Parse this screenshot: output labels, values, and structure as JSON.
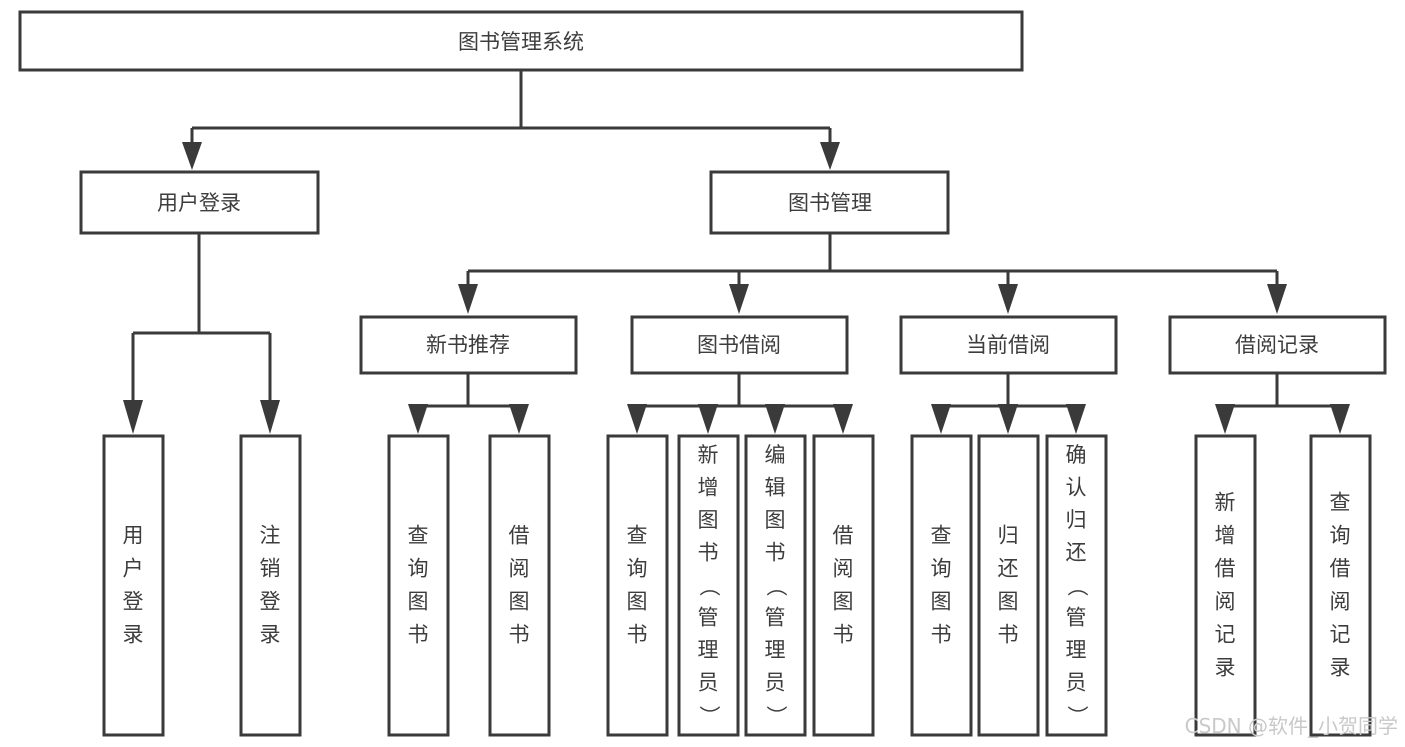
{
  "diagram": {
    "title": "图书管理系统",
    "type": "tree-hierarchy",
    "root": {
      "id": "root",
      "label": "图书管理系统"
    },
    "level2": [
      {
        "id": "user-login",
        "label": "用户登录"
      },
      {
        "id": "book-manage",
        "label": "图书管理"
      }
    ],
    "level3": [
      {
        "id": "new-book-rec",
        "label": "新书推荐",
        "parent": "book-manage"
      },
      {
        "id": "book-borrow",
        "label": "图书借阅",
        "parent": "book-manage"
      },
      {
        "id": "current-borrow",
        "label": "当前借阅",
        "parent": "book-manage"
      },
      {
        "id": "borrow-record",
        "label": "借阅记录",
        "parent": "book-manage"
      }
    ],
    "leaves": {
      "user-login": [
        {
          "id": "leaf-user-login",
          "label": "用户登录"
        },
        {
          "id": "leaf-user-logout",
          "label": "注销登录"
        }
      ],
      "new-book-rec": [
        {
          "id": "leaf-query-book-1",
          "label": "查询图书"
        },
        {
          "id": "leaf-borrow-book-1",
          "label": "借阅图书"
        }
      ],
      "book-borrow": [
        {
          "id": "leaf-query-book-2",
          "label": "查询图书"
        },
        {
          "id": "leaf-add-book",
          "label": "新增图书（管理员）"
        },
        {
          "id": "leaf-edit-book",
          "label": "编辑图书（管理员）"
        },
        {
          "id": "leaf-borrow-book-2",
          "label": "借阅图书"
        }
      ],
      "current-borrow": [
        {
          "id": "leaf-query-book-3",
          "label": "查询图书"
        },
        {
          "id": "leaf-return-book",
          "label": "归还图书"
        },
        {
          "id": "leaf-confirm-return",
          "label": "确认归还（管理员）"
        }
      ],
      "borrow-record": [
        {
          "id": "leaf-add-record",
          "label": "新增借阅记录"
        },
        {
          "id": "leaf-query-record",
          "label": "查询借阅记录"
        }
      ]
    }
  },
  "watermark": {
    "text": "CSDN @软件_小贺同学"
  },
  "colors": {
    "stroke": "#3a3a3a",
    "box_fill": "#ffffff",
    "text": "#3d3d3d",
    "background": "#ffffff",
    "watermark": "#c9c9c9"
  }
}
